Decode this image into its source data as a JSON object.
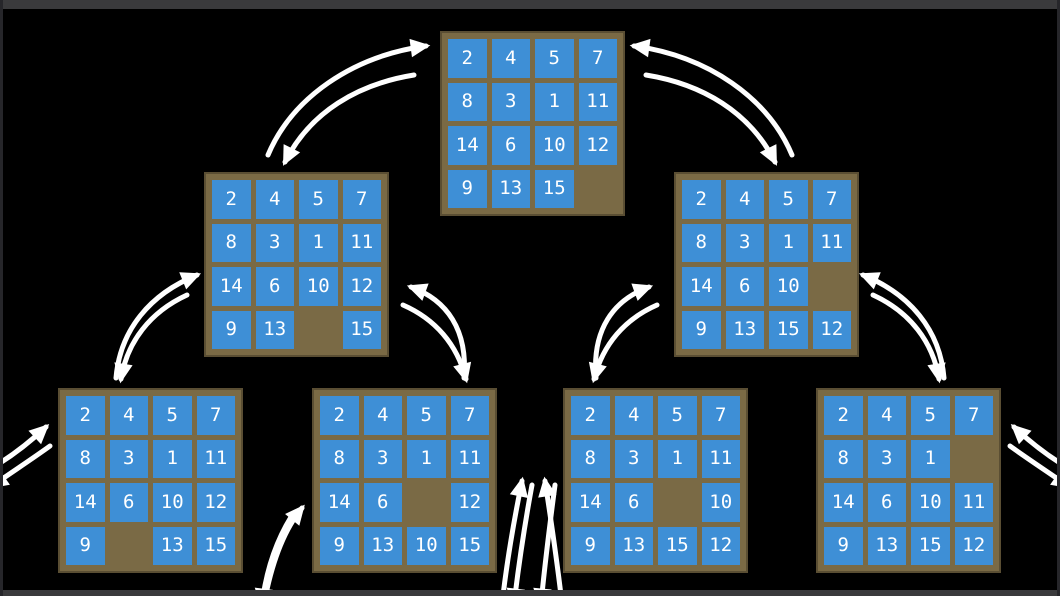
{
  "slide": {
    "description": "15-puzzle state tree: parent state with successor states connected by bidirectional move arrows"
  },
  "colors": {
    "tile": "#3e8fd6",
    "tile_text": "#ffffff",
    "board": "#7a6a45",
    "board_border": "#5a4e33",
    "arrow": "#ffffff",
    "frame": "#3a3a3c"
  },
  "boards": [
    {
      "id": "root",
      "grid": [
        [
          "2",
          "4",
          "5",
          "7"
        ],
        [
          "8",
          "3",
          "1",
          "11"
        ],
        [
          "14",
          "6",
          "10",
          "12"
        ],
        [
          "9",
          "13",
          "15",
          null
        ]
      ]
    },
    {
      "id": "left-child",
      "grid": [
        [
          "2",
          "4",
          "5",
          "7"
        ],
        [
          "8",
          "3",
          "1",
          "11"
        ],
        [
          "14",
          "6",
          "10",
          "12"
        ],
        [
          "9",
          "13",
          null,
          "15"
        ]
      ]
    },
    {
      "id": "right-child",
      "grid": [
        [
          "2",
          "4",
          "5",
          "7"
        ],
        [
          "8",
          "3",
          "1",
          "11"
        ],
        [
          "14",
          "6",
          "10",
          null
        ],
        [
          "9",
          "13",
          "15",
          "12"
        ]
      ]
    },
    {
      "id": "leaf-1",
      "grid": [
        [
          "2",
          "4",
          "5",
          "7"
        ],
        [
          "8",
          "3",
          "1",
          "11"
        ],
        [
          "14",
          "6",
          "10",
          "12"
        ],
        [
          "9",
          null,
          "13",
          "15"
        ]
      ]
    },
    {
      "id": "leaf-2",
      "grid": [
        [
          "2",
          "4",
          "5",
          "7"
        ],
        [
          "8",
          "3",
          "1",
          "11"
        ],
        [
          "14",
          "6",
          null,
          "12"
        ],
        [
          "9",
          "13",
          "10",
          "15"
        ]
      ]
    },
    {
      "id": "leaf-3",
      "grid": [
        [
          "2",
          "4",
          "5",
          "7"
        ],
        [
          "8",
          "3",
          "1",
          "11"
        ],
        [
          "14",
          "6",
          null,
          "10"
        ],
        [
          "9",
          "13",
          "15",
          "12"
        ]
      ]
    },
    {
      "id": "leaf-4",
      "grid": [
        [
          "2",
          "4",
          "5",
          "7"
        ],
        [
          "8",
          "3",
          "1",
          null
        ],
        [
          "14",
          "6",
          "10",
          "11"
        ],
        [
          "9",
          "13",
          "15",
          "12"
        ]
      ]
    }
  ],
  "connections": [
    {
      "from": "left-child",
      "to": "root",
      "bidirectional": true
    },
    {
      "from": "right-child",
      "to": "root",
      "bidirectional": true
    },
    {
      "from": "leaf-1",
      "to": "left-child",
      "bidirectional": true
    },
    {
      "from": "leaf-2",
      "to": "left-child",
      "bidirectional": true
    },
    {
      "from": "leaf-3",
      "to": "right-child",
      "bidirectional": true
    },
    {
      "from": "leaf-4",
      "to": "right-child",
      "bidirectional": true
    },
    {
      "from": "offscreen-left",
      "to": "leaf-1",
      "bidirectional": true
    },
    {
      "from": "offscreen-right",
      "to": "leaf-4",
      "bidirectional": true
    },
    {
      "from": "offscreen-bottom-left",
      "to": "leaf-2",
      "bidirectional": true
    },
    {
      "from": "offscreen-bottom-center",
      "to": "leaf-2",
      "bidirectional": true
    },
    {
      "from": "offscreen-bottom-center",
      "to": "leaf-3",
      "bidirectional": true
    }
  ]
}
